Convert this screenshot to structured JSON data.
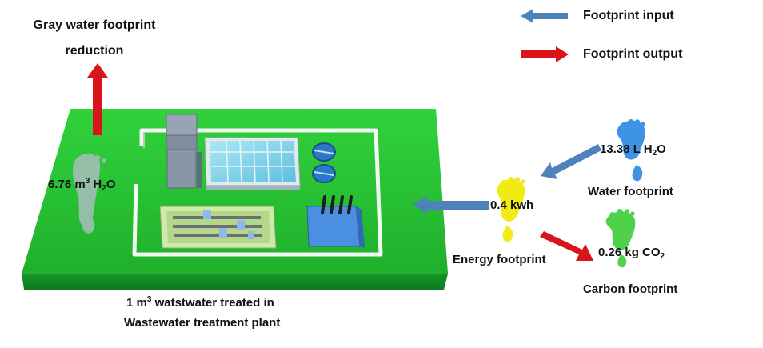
{
  "legend": {
    "input_label": "Footprint input",
    "output_label": "Footprint output"
  },
  "gray_water": {
    "title_line1": "Gray water footprint",
    "title_line2": "reduction",
    "value_prefix": "6.76 m",
    "value_sup": "3",
    "value_unit": " H",
    "value_sub": "2",
    "value_suffix": "O"
  },
  "plant": {
    "caption_line1_prefix": "1 m",
    "caption_line1_sup": "3",
    "caption_line1_suffix": " watstwater treated in",
    "caption_line2": "Wastewater treatment plant"
  },
  "water_footprint": {
    "value_prefix": "13.38 L H",
    "value_sub": "2",
    "value_suffix": "O",
    "label": "Water footprint"
  },
  "energy_footprint": {
    "value": "0.4 kwh",
    "label": "Energy footprint"
  },
  "carbon_footprint": {
    "value_prefix": "0.26 kg CO",
    "value_sub": "2",
    "label": "Carbon footprint"
  },
  "colors": {
    "input_arrow": "#4f81bd",
    "output_arrow": "#d9141b",
    "plant_green": "#29c23a",
    "water_blue": "#3e93e3",
    "energy_yellow": "#f2ea13",
    "carbon_green": "#4fd14a",
    "gray_footprint": "#a9bdbd"
  },
  "icons": {
    "water": "footprint-icon",
    "energy": "footprint-icon",
    "carbon": "footprint-icon",
    "gray": "footprint-icon"
  }
}
